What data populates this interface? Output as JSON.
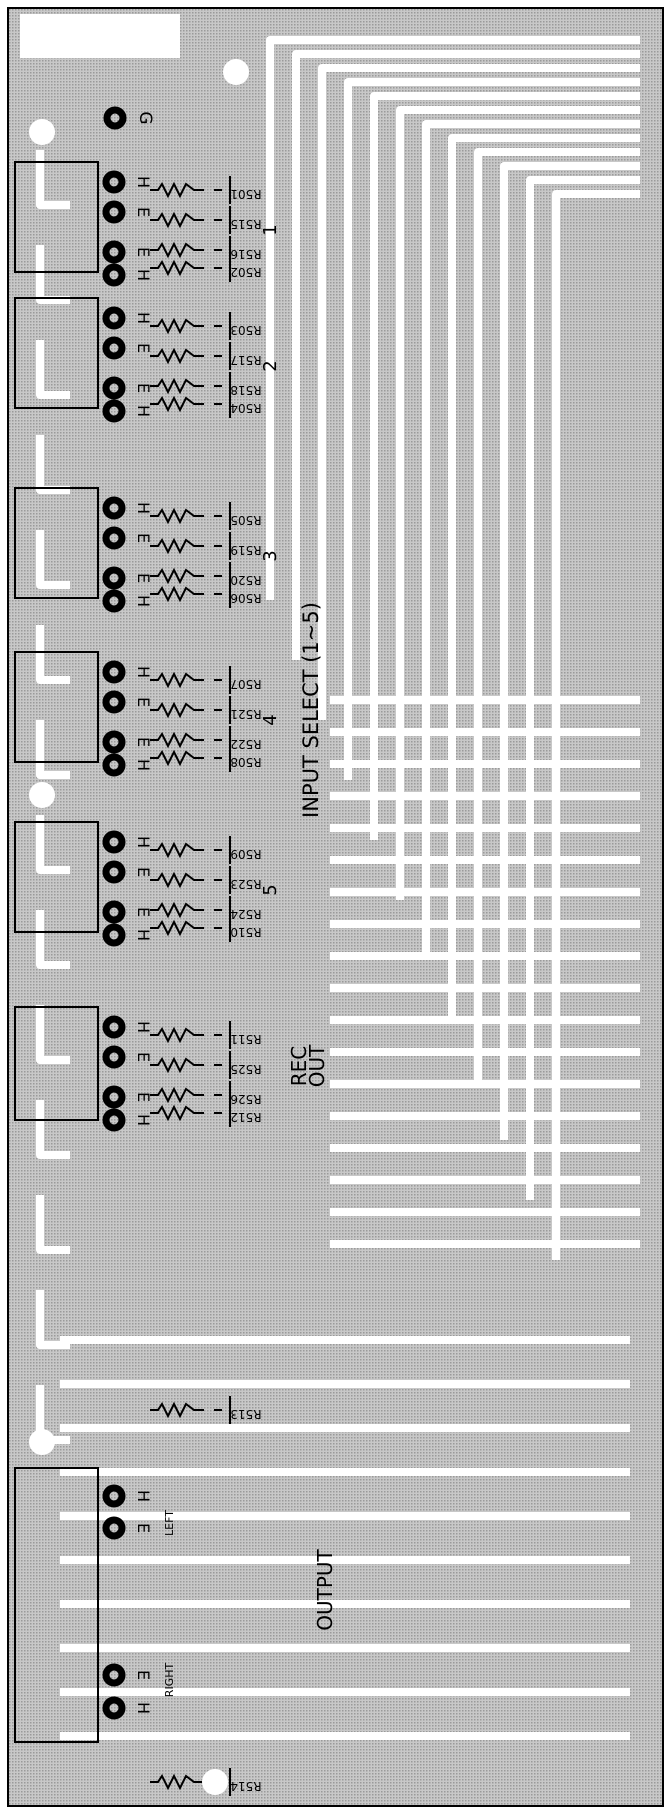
{
  "title": "INPUT SELECT (1~5)",
  "colors": {
    "hatch": "#b8b8b8",
    "trace": "#ffffff",
    "ink": "#000000"
  },
  "ground_pad": "G",
  "channels": [
    {
      "group": "1",
      "pads": [
        "H",
        "E",
        "E",
        "H"
      ],
      "resistors": [
        "R501",
        "R515",
        "R516",
        "R502"
      ]
    },
    {
      "group": "2",
      "pads": [
        "H",
        "E",
        "E",
        "H"
      ],
      "resistors": [
        "R503",
        "R517",
        "R518",
        "R504"
      ]
    },
    {
      "group": "3",
      "pads": [
        "H",
        "E",
        "E",
        "H"
      ],
      "resistors": [
        "R505",
        "R519",
        "R520",
        "R506"
      ]
    },
    {
      "group": "4",
      "pads": [
        "H",
        "E",
        "E",
        "H"
      ],
      "resistors": [
        "R507",
        "R521",
        "R522",
        "R508"
      ]
    },
    {
      "group": "5",
      "pads": [
        "H",
        "E",
        "E",
        "H"
      ],
      "resistors": [
        "R509",
        "R523",
        "R524",
        "R510"
      ]
    }
  ],
  "rec_out": {
    "line1": "REC",
    "line2": "OUT",
    "pads": [
      "H",
      "E",
      "E",
      "H"
    ],
    "resistors": [
      "R511",
      "R525",
      "R526",
      "R512"
    ]
  },
  "output": {
    "label": "OUTPUT",
    "left_label": "LEFT",
    "right_label": "RIGHT",
    "pads": [
      "H",
      "E",
      "E",
      "H"
    ],
    "resistors": [
      "R513",
      "R514"
    ]
  }
}
